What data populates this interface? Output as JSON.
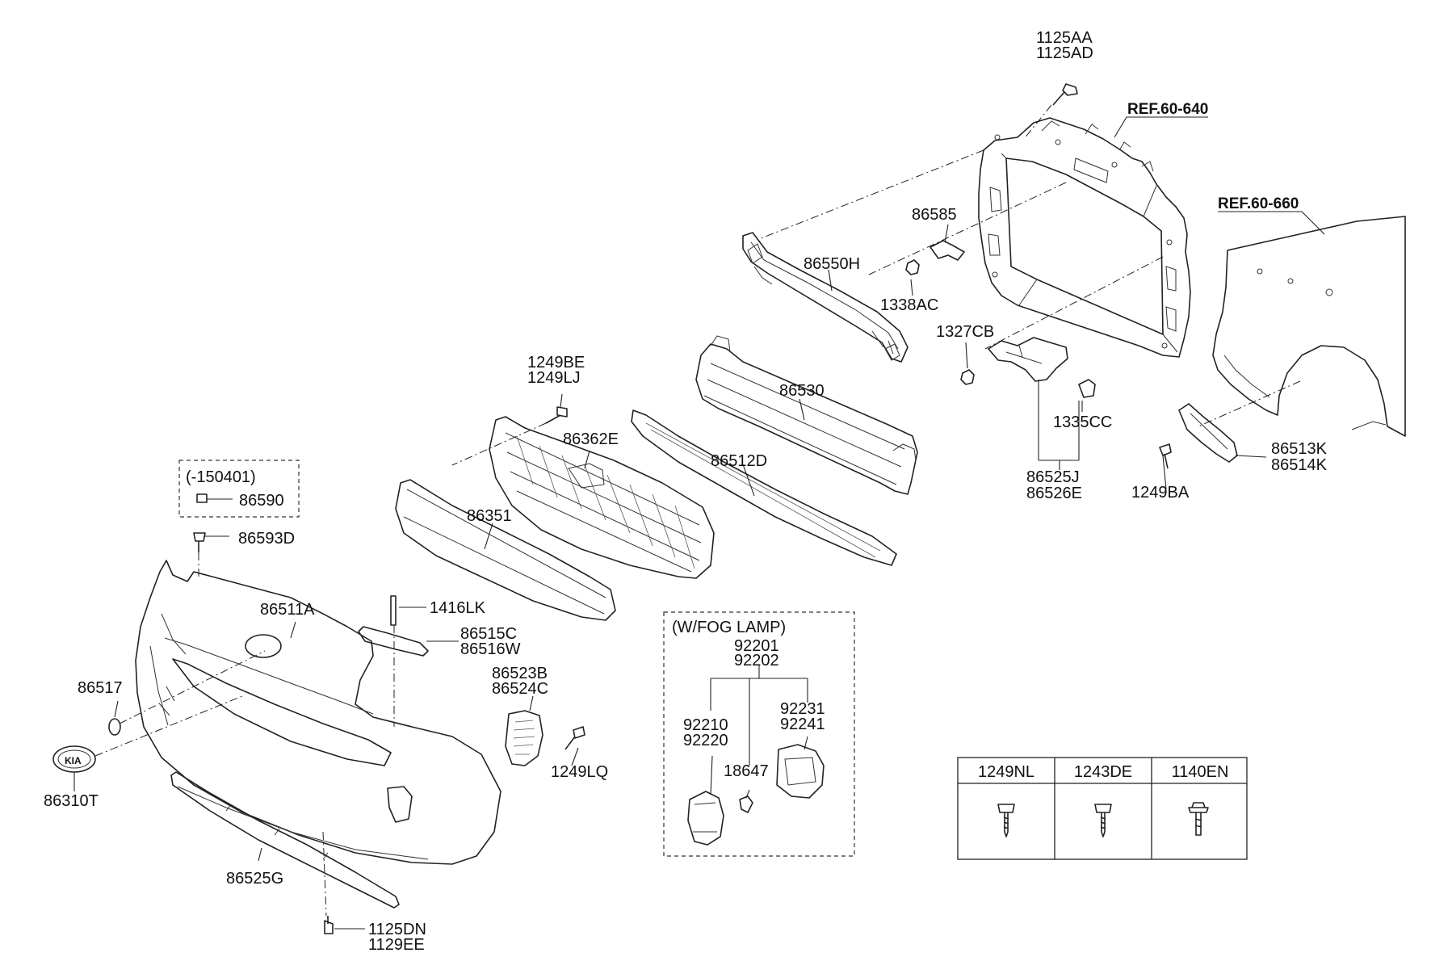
{
  "refs": {
    "ref_640": "REF.60-640",
    "ref_660": "REF.60-660"
  },
  "labels": {
    "p1125aa": "1125AA",
    "p1125ad": "1125AD",
    "p86585": "86585",
    "p86550h": "86550H",
    "p1338ac": "1338AC",
    "p1327cb": "1327CB",
    "p1335cc": "1335CC",
    "p86525j": "86525J",
    "p86526e": "86526E",
    "p86513k": "86513K",
    "p86514k": "86514K",
    "p1249ba": "1249BA",
    "p86530": "86530",
    "p86512d": "86512D",
    "p1249be": "1249BE",
    "p1249lj": "1249LJ",
    "p86362e": "86362E",
    "p86351": "86351",
    "p150401": "(-150401)",
    "p86590": "86590",
    "p86593d": "86593D",
    "p86511a": "86511A",
    "p1416lk": "1416LK",
    "p86515c": "86515C",
    "p86516w": "86516W",
    "p86523b": "86523B",
    "p86524c": "86524C",
    "p1249lq": "1249LQ",
    "p86517": "86517",
    "p86310t": "86310T",
    "p86525g": "86525G",
    "p1125dn": "1125DN",
    "p1129ee": "1129EE"
  },
  "fog_lamp": {
    "title": "(W/FOG LAMP)",
    "p92201": "92201",
    "p92202": "92202",
    "p92210": "92210",
    "p92220": "92220",
    "p92231": "92231",
    "p92241": "92241",
    "p18647": "18647"
  },
  "fastener_table": {
    "headers": [
      "1249NL",
      "1243DE",
      "1140EN"
    ],
    "icons": [
      "screw-icon",
      "screw-icon",
      "flange-bolt-icon"
    ]
  }
}
